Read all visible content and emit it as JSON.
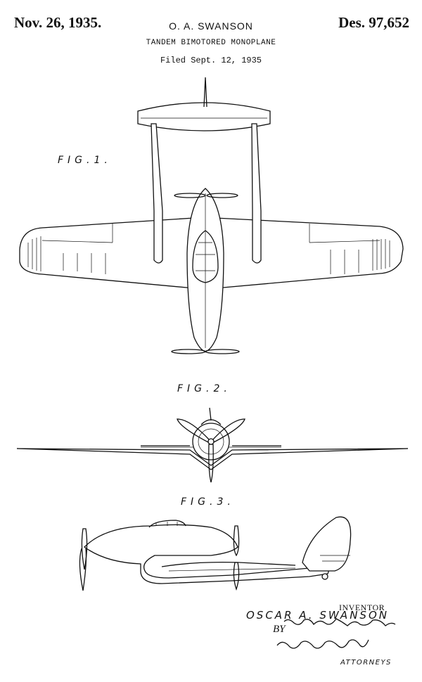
{
  "header": {
    "date": "Nov. 26, 1935.",
    "inventor": "O. A. SWANSON",
    "design_number": "Des. 97,652",
    "title": "TANDEM BIMOTORED MONOPLANE",
    "filed": "Filed Sept. 12, 1935"
  },
  "figures": {
    "fig1": "FIG.1.",
    "fig2": "FIG.2.",
    "fig3": "FIG.3."
  },
  "signature_block": {
    "inventor_label": "INVENTOR",
    "inventor_name": "OSCAR A. SWANSON",
    "by": "BY",
    "attorneys_label": "ATTORNEYS"
  },
  "signature_script": [
    "Robert V. Laughlin",
    "Wade Koontz"
  ]
}
